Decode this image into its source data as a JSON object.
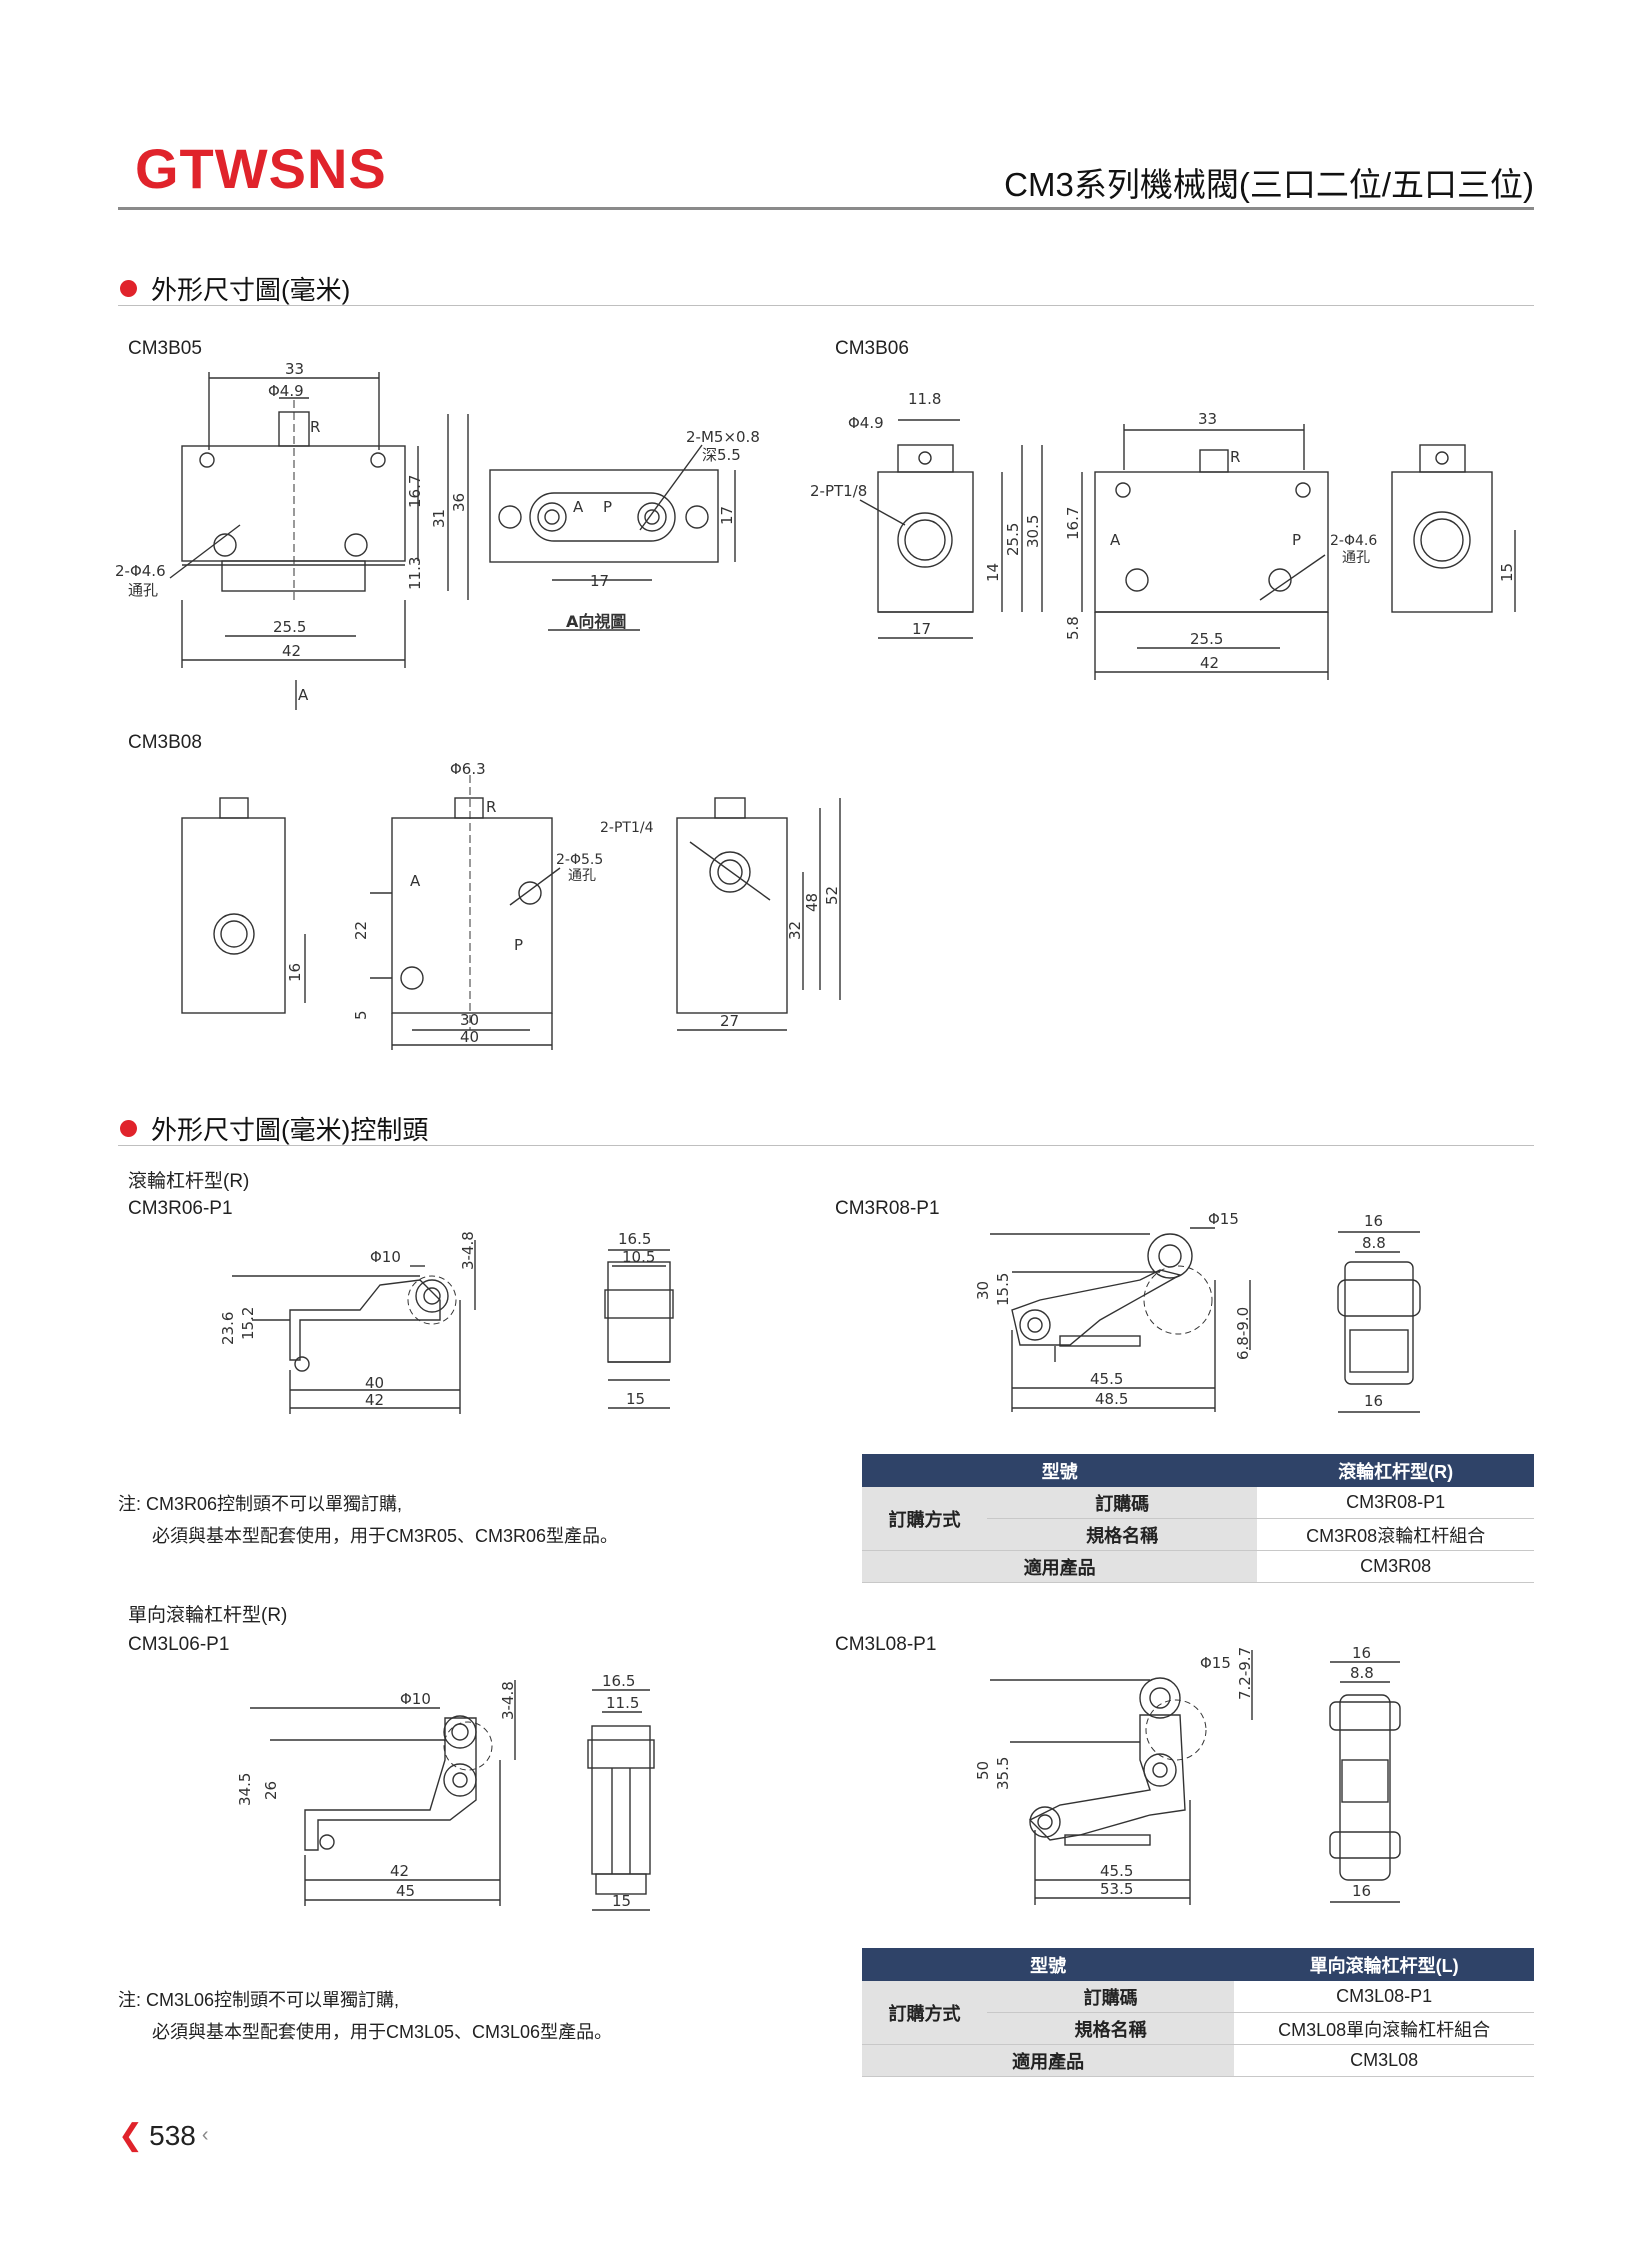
{
  "header": {
    "brand": "GTWSNS",
    "title": "CM3系列機械閥(三口二位/五口三位)"
  },
  "section1": {
    "heading": "外形尺寸圖(毫米)",
    "cm3b05": {
      "model": "CM3B05",
      "dims": {
        "w33": "33",
        "phi49": "Φ4.9",
        "r": "R",
        "d167": "16.7",
        "d31": "31",
        "d36": "36",
        "d113": "11.3",
        "hole": "2-Φ4.6",
        "hole_note": "通孔",
        "d255": "25.5",
        "d42": "42",
        "arrow_a": "A"
      },
      "view": {
        "thread": "2-M5×0.8",
        "depth": "深5.5",
        "a": "A",
        "p": "P",
        "d17w": "17",
        "d17h": "17",
        "caption": "A向視圖"
      }
    },
    "cm3b06": {
      "model": "CM3B06",
      "dims": {
        "d118": "11.8",
        "phi49": "Φ4.9",
        "pt": "2-PT1/8",
        "d255v": "25.5",
        "d305": "30.5",
        "d14": "14",
        "d17": "17",
        "w33": "33",
        "r": "R",
        "d167": "16.7",
        "a": "A",
        "p": "P",
        "hole": "2-Φ4.6",
        "hole_note": "通孔",
        "d58": "5.8",
        "d255": "25.5",
        "d42": "42",
        "d15": "15"
      }
    },
    "cm3b08": {
      "model": "CM3B08",
      "dims": {
        "d16": "16",
        "phi63": "Φ6.3",
        "r": "R",
        "a": "A",
        "p": "P",
        "hole": "2-Φ5.5",
        "hole_note": "通孔",
        "d22": "22",
        "d5": "5",
        "d30": "30",
        "d40": "40",
        "pt": "2-PT1/4",
        "d32": "32",
        "d48": "48",
        "d52": "52",
        "d27": "27"
      }
    }
  },
  "section2": {
    "heading": "外形尺寸圖(毫米)控制頭",
    "roller_type": "滾輪杠杆型(R)",
    "cm3r06": {
      "model": "CM3R06-P1",
      "dims": {
        "phi10": "Φ10",
        "d348": "3-4.8",
        "d236": "23.6",
        "d152": "15.2",
        "d40": "40",
        "d42": "42",
        "d165": "16.5",
        "d105": "10.5",
        "d15": "15"
      }
    },
    "cm3r08": {
      "model": "CM3R08-P1",
      "dims": {
        "phi15": "Φ15",
        "d30": "30",
        "d155": "15.5",
        "d6890": "6.8-9.0",
        "d455": "45.5",
        "d485": "48.5",
        "d16t": "16",
        "d88": "8.8",
        "d16b": "16"
      }
    },
    "note1": [
      "注: CM3R06控制頭不可以單獨訂購,",
      "必須與基本型配套使用，用于CM3R05、CM3R06型產品。"
    ],
    "table1": {
      "h_model": "型號",
      "h_value": "滾輪杠杆型(R)",
      "order_method": "訂購方式",
      "order_code_label": "訂購碼",
      "order_code": "CM3R08-P1",
      "spec_label": "規格名稱",
      "spec": "CM3R08滾輪杠杆組合",
      "applicable_label": "適用產品",
      "applicable": "CM3R08"
    },
    "oneway_type": "單向滾輪杠杆型(R)",
    "cm3l06": {
      "model": "CM3L06-P1",
      "dims": {
        "phi10": "Φ10",
        "d348": "3-4.8",
        "d345": "34.5",
        "d26": "26",
        "d42": "42",
        "d45": "45",
        "d165": "16.5",
        "d115": "11.5",
        "d15": "15"
      }
    },
    "cm3l08": {
      "model": "CM3L08-P1",
      "dims": {
        "phi15": "Φ15",
        "d7297": "7.2-9.7",
        "d50": "50",
        "d355": "35.5",
        "d455": "45.5",
        "d535": "53.5",
        "d16t": "16",
        "d88": "8.8",
        "d16b": "16"
      }
    },
    "note2": [
      "注: CM3L06控制頭不可以單獨訂購,",
      "必須與基本型配套使用，用于CM3L05、CM3L06型產品。"
    ],
    "table2": {
      "h_model": "型號",
      "h_value": "單向滾輪杠杆型(L)",
      "order_method": "訂購方式",
      "order_code_label": "訂購碼",
      "order_code": "CM3L08-P1",
      "spec_label": "規格名稱",
      "spec": "CM3L08單向滾輪杠杆組合",
      "applicable_label": "適用產品",
      "applicable": "CM3L08"
    }
  },
  "footer": {
    "page": "538"
  }
}
